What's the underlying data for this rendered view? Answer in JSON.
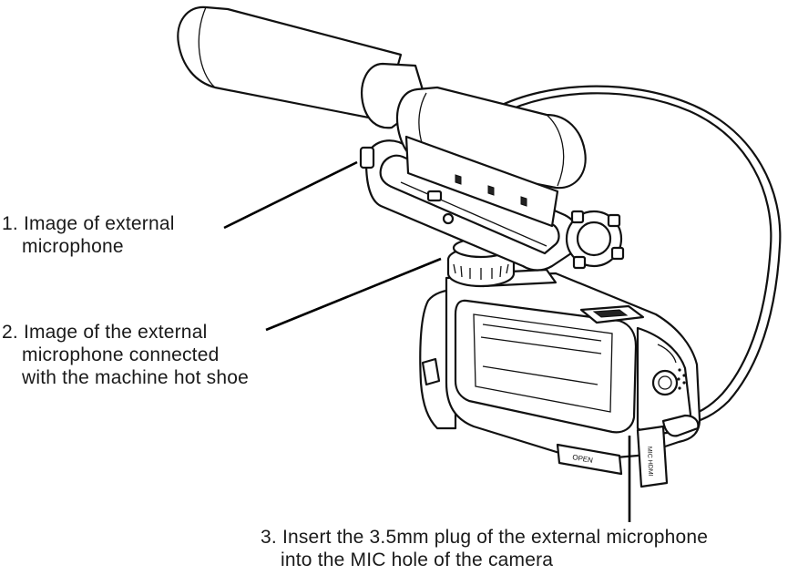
{
  "callouts": [
    {
      "id": "c1",
      "line1": "1. Image of external",
      "line2": "microphone"
    },
    {
      "id": "c2",
      "line1": "2. Image of the external",
      "line2": "microphone connected",
      "line3": "with the machine hot shoe"
    },
    {
      "id": "c3",
      "line1": "3. Insert the 3.5mm plug of the external microphone",
      "line2": "into the MIC hole of the camera"
    }
  ],
  "device_markings": {
    "open_label": "OPEN",
    "port_label": "MIC HDMI"
  }
}
